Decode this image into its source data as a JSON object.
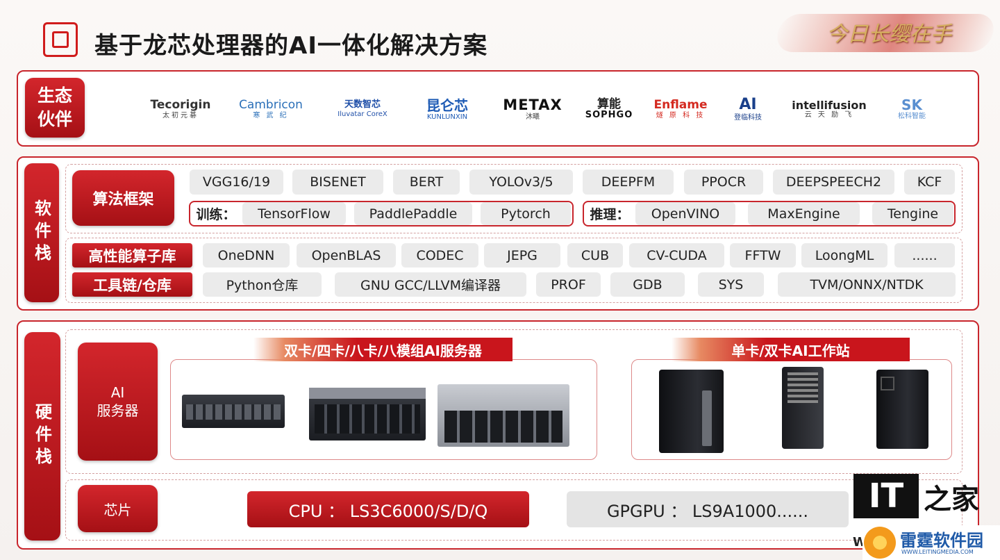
{
  "header": {
    "title": "基于龙芯处理器的AI一体化解决方案",
    "slogan": "今日长缨在手",
    "chip_icon": "chip-icon"
  },
  "ecosystem": {
    "label": "生态伙伴",
    "partners": [
      {
        "name": "Tecorigin",
        "sub": "太初元碁"
      },
      {
        "name": "Cambricon",
        "sub": "寒 武 纪"
      },
      {
        "name": "天数智芯",
        "sub": "Iluvatar CoreX"
      },
      {
        "name": "昆仑芯",
        "sub": "KUNLUNXIN"
      },
      {
        "name": "METAX",
        "sub": "沐曦"
      },
      {
        "name": "算能",
        "sub": "SOPHGO"
      },
      {
        "name": "Enflame",
        "sub": "燧 原 科 技"
      },
      {
        "name": "AI",
        "sub": "登临科技"
      },
      {
        "name": "intellifusion",
        "sub": "云 天 励 飞"
      },
      {
        "name": "SK",
        "sub": "松科智能"
      }
    ]
  },
  "software": {
    "label": "软件栈",
    "algo_label": "算法框架",
    "models": [
      "VGG16/19",
      "BISENET",
      "BERT",
      "YOLOv3/5",
      "DEEPFM",
      "PPOCR",
      "DEEPSPEECH2",
      "KCF"
    ],
    "train_label": "训练：",
    "train": [
      "TensorFlow",
      "PaddlePaddle",
      "Pytorch"
    ],
    "infer_label": "推理：",
    "infer": [
      "OpenVINO",
      "MaxEngine",
      "Tengine"
    ],
    "hpc_label": "高性能算子库",
    "hpc": [
      "OneDNN",
      "OpenBLAS",
      "CODEC",
      "JEPG",
      "CUB",
      "CV-CUDA",
      "FFTW",
      "LoongML",
      "......"
    ],
    "tools_label": "工具链/仓库",
    "tools": [
      "Python仓库",
      "GNU GCC/LLVM编译器",
      "PROF",
      "GDB",
      "SYS",
      "TVM/ONNX/NTDK"
    ]
  },
  "hardware": {
    "label": "硬件栈",
    "server_label": "AI\n服务器",
    "servers_banner": "双卡/四卡/八卡/八模组AI服务器",
    "workstation_banner": "单卡/双卡AI工作站",
    "chip_label": "芯片",
    "cpu": "CPU ： LS3C6000/S/D/Q",
    "gpgpu": "GPGPU ： LS9A1000......"
  },
  "watermarks": {
    "it_logo": "IT",
    "it_logo_tail": "之家",
    "leiting": "雷霆软件园",
    "leiting_url": "WWW.LEITINGMEDIA.COM",
    "partial": "W"
  },
  "colors": {
    "accent": "#c8252c",
    "accent_dark": "#a51015",
    "pill": "#ebebeb"
  }
}
